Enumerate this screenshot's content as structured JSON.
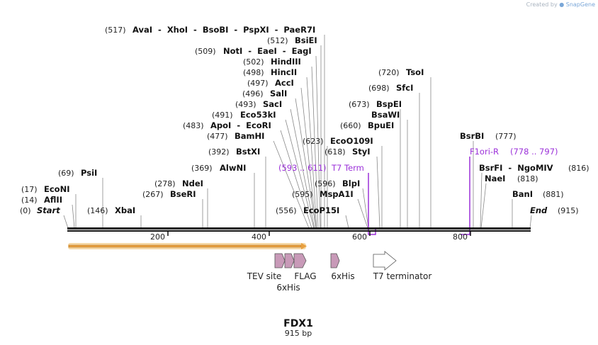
{
  "credit": {
    "prefix": "Created by",
    "brand": "SnapGene"
  },
  "map": {
    "title": "FDX1",
    "length_label": "915 bp",
    "total_bp": 915,
    "ticks": [
      200,
      400,
      600,
      800
    ],
    "ends": {
      "start_label": "Start",
      "start_pos": "(0)",
      "end_label": "End",
      "end_pos": "(915)"
    }
  },
  "sites": [
    {
      "pos": "(517)",
      "name": "AvaI  -  XhoI  -  BsoBI  -  PspXI  -  PaeR7I",
      "bp": 531
    },
    {
      "pos": "(512)",
      "name": "BsiEI",
      "bp": 525
    },
    {
      "pos": "(509)",
      "name": "NotI  -  EaeI  -  EagI",
      "bp": 521
    },
    {
      "pos": "(502)",
      "name": "HindIII",
      "bp": 515
    },
    {
      "pos": "(498)",
      "name": "HincII",
      "bp": 509
    },
    {
      "pos": "(497)",
      "name": "AccI",
      "bp": 505
    },
    {
      "pos": "(496)",
      "name": "SalI",
      "bp": 501
    },
    {
      "pos": "(493)",
      "name": "SacI",
      "bp": 495
    },
    {
      "pos": "(491)",
      "name": "Eco53kI",
      "bp": 490
    },
    {
      "pos": "(483)",
      "name": "ApoI  -  EcoRI",
      "bp": 484
    },
    {
      "pos": "(477)",
      "name": "BamHI",
      "bp": 477
    },
    {
      "pos": "(392)",
      "name": "BstXI",
      "bp": 392
    },
    {
      "pos": "(369)",
      "name": "AlwNI",
      "bp": 369
    },
    {
      "pos": "(278)",
      "name": "NdeI",
      "bp": 278
    },
    {
      "pos": "(267)",
      "name": "BseRI",
      "bp": 267
    },
    {
      "pos": "(146)",
      "name": "XbaI",
      "bp": 146
    },
    {
      "pos": "(69)",
      "name": "PsiI",
      "bp": 69
    },
    {
      "pos": "(17)",
      "name": "EcoNI",
      "bp": 17
    },
    {
      "pos": "(14)",
      "name": "AflII",
      "bp": 14
    },
    {
      "pos": "(623)",
      "name": "EcoO109I",
      "bp": 623
    },
    {
      "pos": "(618)",
      "name": "StyI",
      "bp": 618
    },
    {
      "pos": "(596)",
      "name": "BlpI",
      "bp": 596
    },
    {
      "pos": "(595)",
      "name": "MspA1I",
      "bp": 595
    },
    {
      "pos": "(556)",
      "name": "EcoP15I",
      "bp": 556
    },
    {
      "pos": "(720)",
      "name": "TsoI",
      "bp": 720
    },
    {
      "pos": "(698)",
      "name": "SfcI",
      "bp": 698
    },
    {
      "pos": "(673)",
      "name": "BspEI",
      "bp": 673
    },
    {
      "pos": "",
      "name": "BsaWI",
      "bp": 673
    },
    {
      "pos": "(660)",
      "name": "BpuEI",
      "bp": 660
    },
    {
      "pos": "(777)",
      "name": "BsrBI",
      "bp": 777
    },
    {
      "pos": "(816)",
      "name": "BsrFI  -  NgoMIV",
      "bp": 816
    },
    {
      "pos": "(818)",
      "name": "NaeI",
      "bp": 818
    },
    {
      "pos": "(881)",
      "name": "BanI",
      "bp": 881
    }
  ],
  "primers": [
    {
      "range": "(593 .. 611)",
      "name": "T7 Term"
    },
    {
      "range": "(778 .. 797)",
      "name": "F1ori-R"
    }
  ],
  "features": [
    {
      "label": "TEV site"
    },
    {
      "label": "6xHis"
    },
    {
      "label": "FLAG"
    },
    {
      "label": "6xHis"
    },
    {
      "label": "T7 terminator"
    }
  ],
  "colors": {
    "feature_fill": "#c89ab8",
    "primer": "#9b30d9",
    "orf_fill": "#e8a040"
  }
}
